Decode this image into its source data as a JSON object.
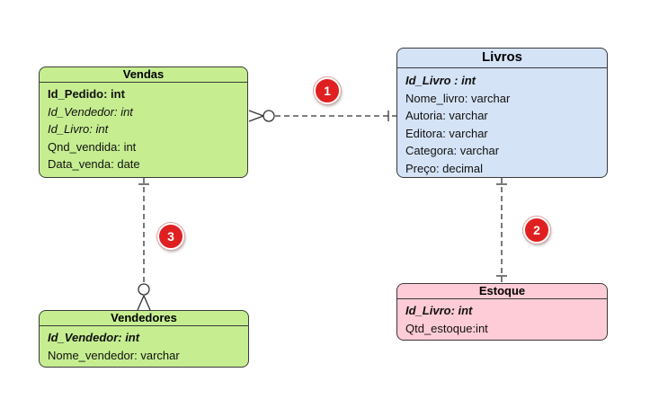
{
  "entities": {
    "vendas": {
      "title": "Vendas",
      "attrs": [
        {
          "text": "Id_Pedido: int",
          "style": "pk"
        },
        {
          "text": "Id_Vendedor: int",
          "style": "fk"
        },
        {
          "text": "Id_Livro: int",
          "style": "fk"
        },
        {
          "text": "Qnd_vendida: int",
          "style": "normal"
        },
        {
          "text": "Data_venda: date",
          "style": "normal"
        }
      ],
      "color": "#c6ee91"
    },
    "livros": {
      "title": "Livros",
      "attrs": [
        {
          "text": "Id_Livro : int",
          "style": "pkfk"
        },
        {
          "text": "Nome_livro: varchar",
          "style": "normal"
        },
        {
          "text": "Autoria: varchar",
          "style": "normal"
        },
        {
          "text": "Editora: varchar",
          "style": "normal"
        },
        {
          "text": "Categora: varchar",
          "style": "normal"
        },
        {
          "text": "Preço: decimal",
          "style": "normal"
        }
      ],
      "color": "#d5e3f6"
    },
    "vendedores": {
      "title": "Vendedores",
      "attrs": [
        {
          "text": "Id_Vendedor: int",
          "style": "pkfk"
        },
        {
          "text": "Nome_vendedor: varchar",
          "style": "normal"
        }
      ],
      "color": "#c6ee91"
    },
    "estoque": {
      "title": "Estoque",
      "attrs": [
        {
          "text": "Id_Livro: int",
          "style": "pkfk"
        },
        {
          "text": "Qtd_estoque:int",
          "style": "normal"
        }
      ],
      "color": "#fdccd6"
    }
  },
  "relationships": [
    {
      "label": "1",
      "from": "Vendas",
      "to": "Livros",
      "from_end": "zero-or-many",
      "to_end": "one"
    },
    {
      "label": "2",
      "from": "Livros",
      "to": "Estoque",
      "from_end": "one",
      "to_end": "one"
    },
    {
      "label": "3",
      "from": "Vendas",
      "to": "Vendedores",
      "from_end": "one",
      "to_end": "zero-or-many"
    }
  ],
  "badge_color": "#e02020"
}
